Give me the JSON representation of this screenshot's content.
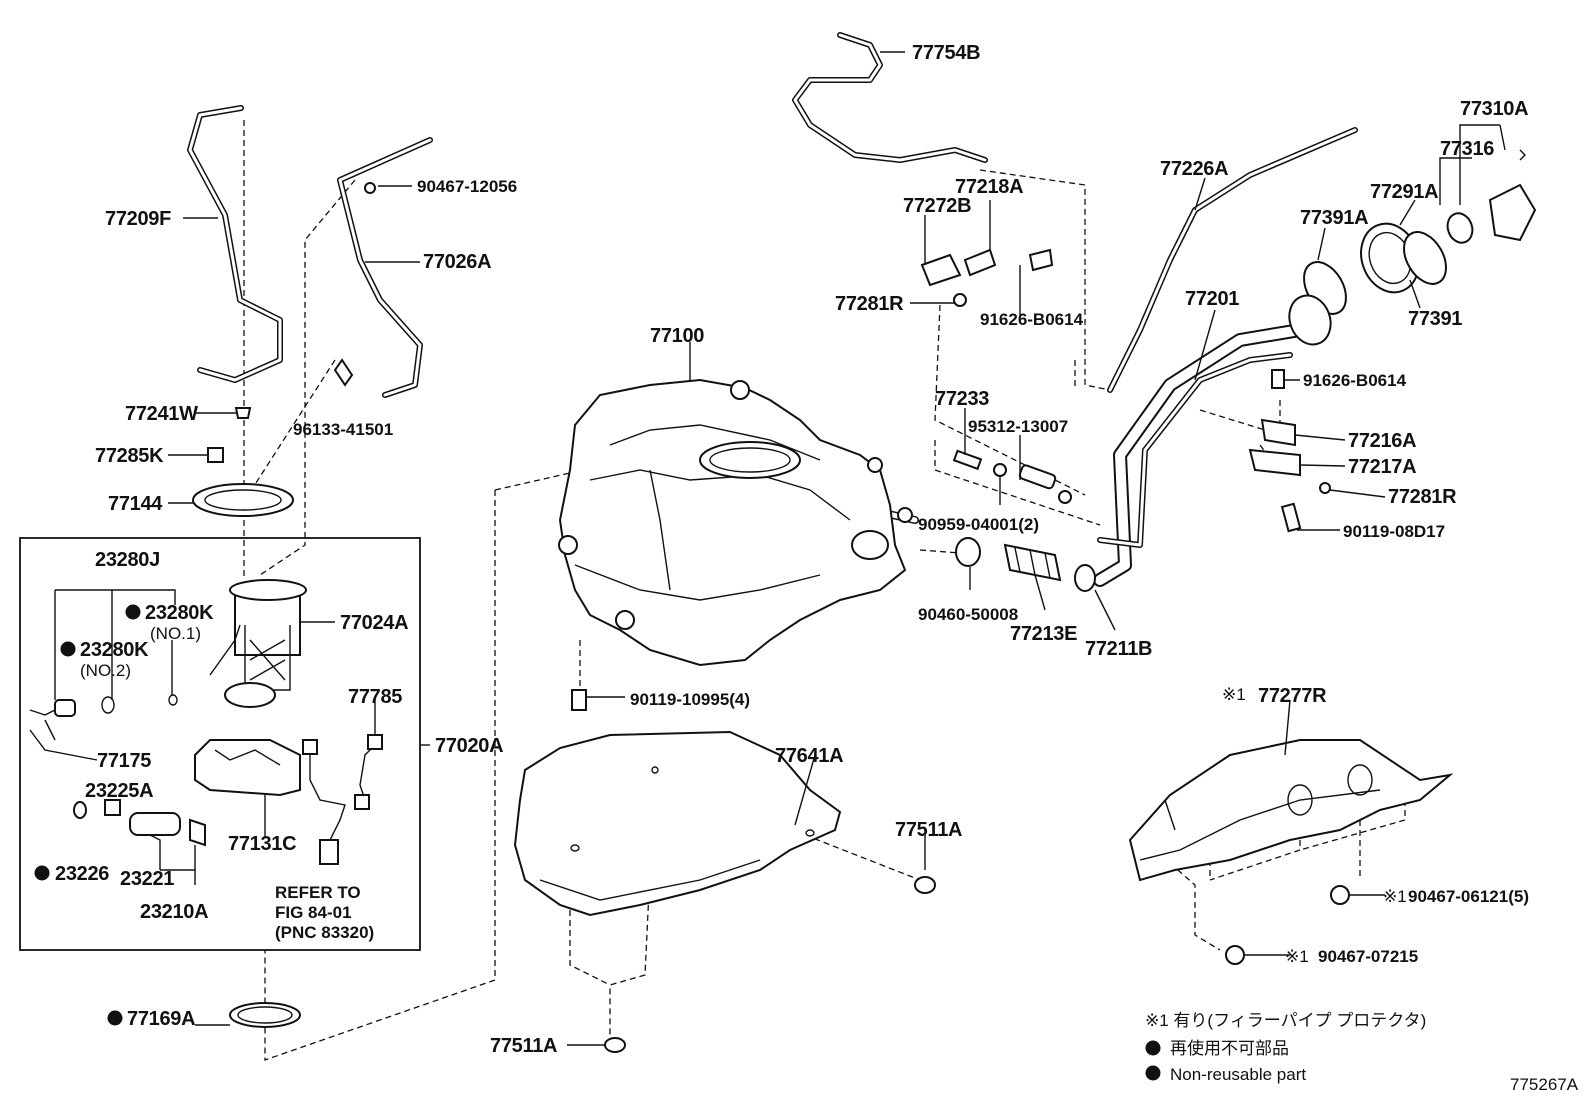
{
  "parts": {
    "p77754B": "77754B",
    "p77310A": "77310A",
    "p77209F": "77209F",
    "p90467_12056": "90467-12056",
    "p77026A": "77026A",
    "p77241W": "77241W",
    "p96133_41501": "96133-41501",
    "p77285K": "77285K",
    "p77144": "77144",
    "p23280J": "23280J",
    "p23280K_1": "23280K",
    "p23280K_1_note": "(NO.1)",
    "p23280K_2": "23280K",
    "p23280K_2_note": "(NO.2)",
    "p77024A": "77024A",
    "p77175": "77175",
    "p23225A": "23225A",
    "p77785": "77785",
    "p77020A": "77020A",
    "p77131C": "77131C",
    "p23226": "23226",
    "p23221": "23221",
    "p23210A": "23210A",
    "refer_line1": "REFER TO",
    "refer_line2": "FIG 84-01",
    "refer_line3": "(PNC 83320)",
    "p77169A": "77169A",
    "p77218A": "77218A",
    "p77272B": "77272B",
    "p77281R_top": "77281R",
    "p91626_B0614_top": "91626-B0614",
    "p77226A": "77226A",
    "p77316": "77316",
    "p77291A": "77291A",
    "p77391A": "77391A",
    "p77391": "77391",
    "p77201": "77201",
    "p77100": "77100",
    "p77233": "77233",
    "p95312_13007": "95312-13007",
    "p91626_B0614_right": "91626-B0614",
    "p77216A": "77216A",
    "p77217A": "77217A",
    "p77281R_right": "77281R",
    "p90119_08D17": "90119-08D17",
    "p90959_04001": "90959-04001(2)",
    "p90460_50008": "90460-50008",
    "p77213E": "77213E",
    "p77211B": "77211B",
    "p90119_10995": "90119-10995(4)",
    "p77641A": "77641A",
    "p77511A_right": "77511A",
    "p77511A_bottom": "77511A",
    "p77277R": "77277R",
    "p77277R_prefix": "※1",
    "p90467_06121": "90467-06121(5)",
    "p90467_06121_prefix": "※1",
    "p90467_07215": "90467-07215",
    "p90467_07215_prefix": "※1"
  },
  "legend": {
    "note1": "※1  有り(フィラーパイプ プロテクタ)",
    "non_reusable_jp": "再使用不可部品",
    "non_reusable_en": "Non-reusable part"
  },
  "figure_id": "775267A",
  "colors": {
    "line": "#111111",
    "background": "#ffffff"
  },
  "icons": {
    "non_reusable_marker": "filled-circle-icon"
  }
}
